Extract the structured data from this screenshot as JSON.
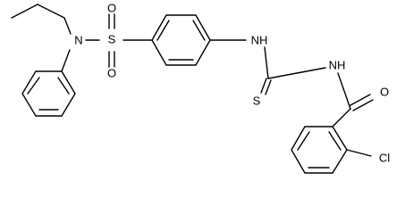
{
  "atoms": {
    "o1": "O",
    "o2": "O",
    "s_sulfonyl": "S",
    "n_amine": "N",
    "nh1": "NH",
    "nh2": "NH",
    "s_thio": "S",
    "o_carbonyl": "O",
    "cl": "Cl"
  }
}
